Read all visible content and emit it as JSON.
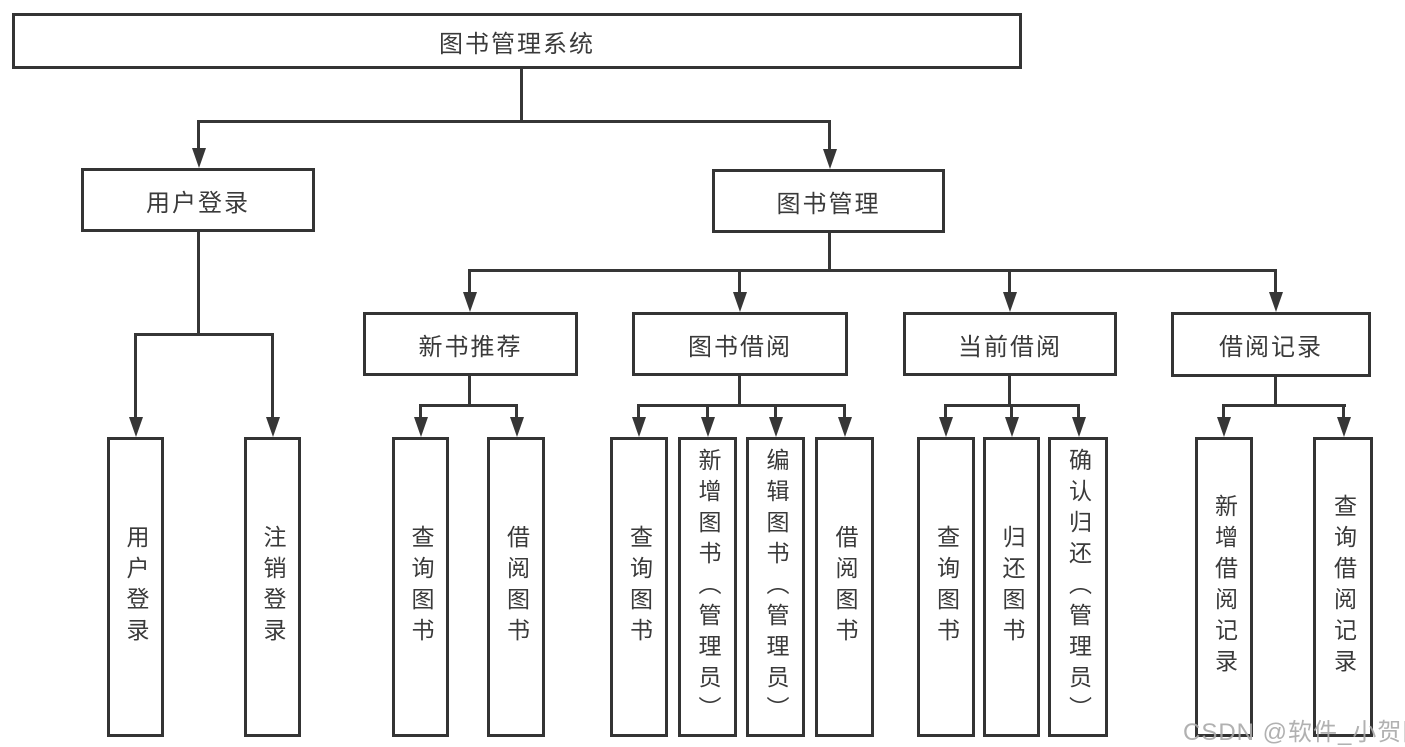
{
  "nodes": {
    "root": {
      "label": "图书管理系统"
    },
    "user_login": {
      "label": "用户登录"
    },
    "book_management": {
      "label": "图书管理"
    },
    "new_book_recommend": {
      "label": "新书推荐"
    },
    "book_borrowing": {
      "label": "图书借阅"
    },
    "current_borrowing": {
      "label": "当前借阅"
    },
    "borrowing_records": {
      "label": "借阅记录"
    },
    "leaf_user_login": {
      "label": "用户登录"
    },
    "leaf_logout": {
      "label": "注销登录"
    },
    "leaf_query_books_recommend": {
      "label": "查询图书"
    },
    "leaf_borrow_books_recommend": {
      "label": "借阅图书"
    },
    "leaf_query_books_borrowing": {
      "label": "查询图书"
    },
    "leaf_add_books_admin": {
      "label": "新增图书（管理员）"
    },
    "leaf_edit_books_admin": {
      "label": "编辑图书（管理员）"
    },
    "leaf_borrow_books_borrowing": {
      "label": "借阅图书"
    },
    "leaf_query_books_current": {
      "label": "查询图书"
    },
    "leaf_return_books": {
      "label": "归还图书"
    },
    "leaf_confirm_return_admin": {
      "label": "确认归还（管理员）"
    },
    "leaf_add_borrow_record": {
      "label": "新增借阅记录"
    },
    "leaf_query_borrow_record": {
      "label": "查询借阅记录"
    }
  },
  "watermark": {
    "text": "CSDN @软件_小贺同学",
    "color": "#a8a8a8"
  },
  "colors": {
    "line": "#363636",
    "box_border": "#343434",
    "text": "#3a3a3a",
    "background": "#ffffff"
  }
}
